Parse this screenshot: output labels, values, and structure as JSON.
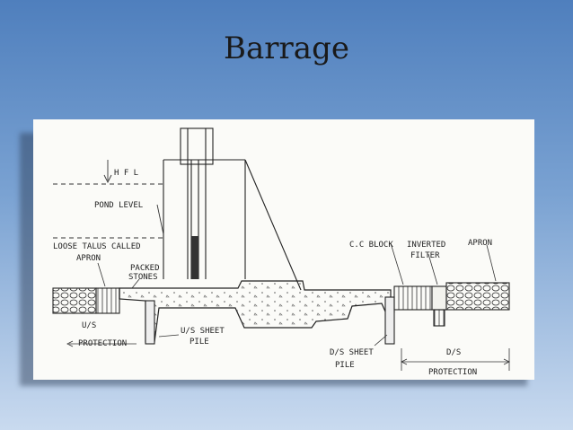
{
  "slide": {
    "title": "Barrage"
  },
  "diagram": {
    "labels": {
      "hfl": "H F L",
      "pond_level": "POND LEVEL",
      "loose_talus": "LOOSE TALUS CALLED",
      "apron_left": "APRON",
      "packed_stones_1": "PACKED",
      "packed_stones_2": "STONES",
      "us_protection_1": "U/S",
      "us_protection_2": "PROTECTION",
      "us_sheet_pile_1": "U/S SHEET",
      "us_sheet_pile_2": "PILE",
      "cc_block": "C.C BLOCK",
      "inverted_filter_1": "INVERTED",
      "inverted_filter_2": "FILTER",
      "apron_right": "APRON",
      "ds_sheet_pile_1": "D/S SHEET",
      "ds_sheet_pile_2": "PILE",
      "ds_protection_1": "D/S",
      "ds_protection_2": "PROTECTION"
    }
  }
}
